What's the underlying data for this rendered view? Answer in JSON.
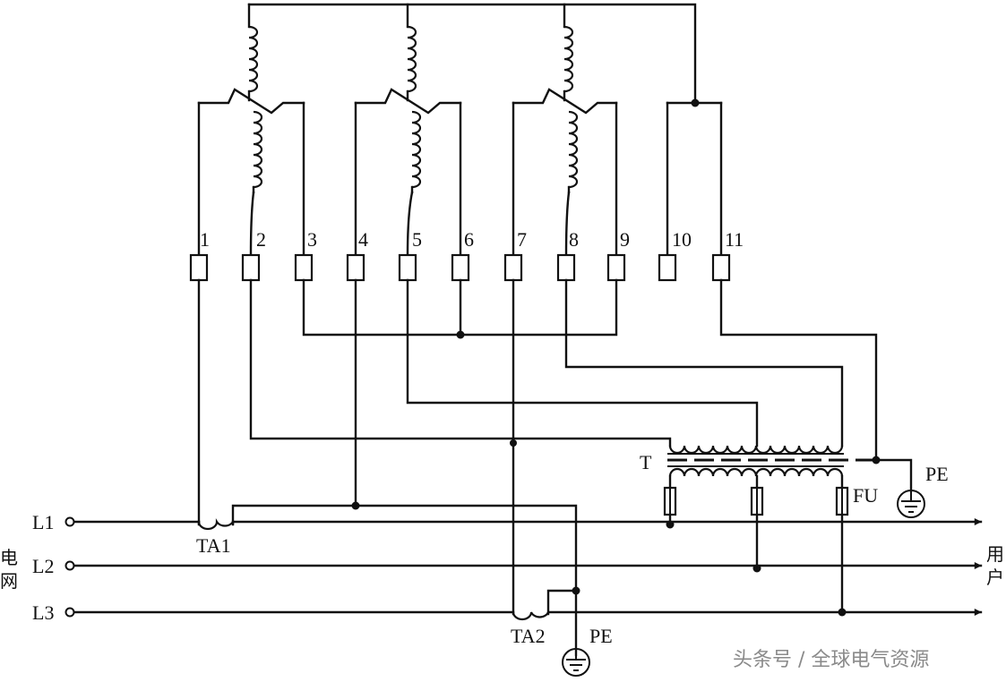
{
  "terminals": [
    "1",
    "2",
    "3",
    "4",
    "5",
    "6",
    "7",
    "8",
    "9",
    "10",
    "11"
  ],
  "lines": {
    "l1": "L1",
    "l2": "L2",
    "l3": "L3"
  },
  "grid_label": [
    "电",
    "网"
  ],
  "user_label": [
    "用",
    "户"
  ],
  "current_transformers": {
    "ta1": "TA1",
    "ta2": "TA2"
  },
  "transformer": "T",
  "fuse": "FU",
  "pe_top": "PE",
  "pe_bottom": "PE",
  "watermark": "头条号 / 全球电气资源"
}
